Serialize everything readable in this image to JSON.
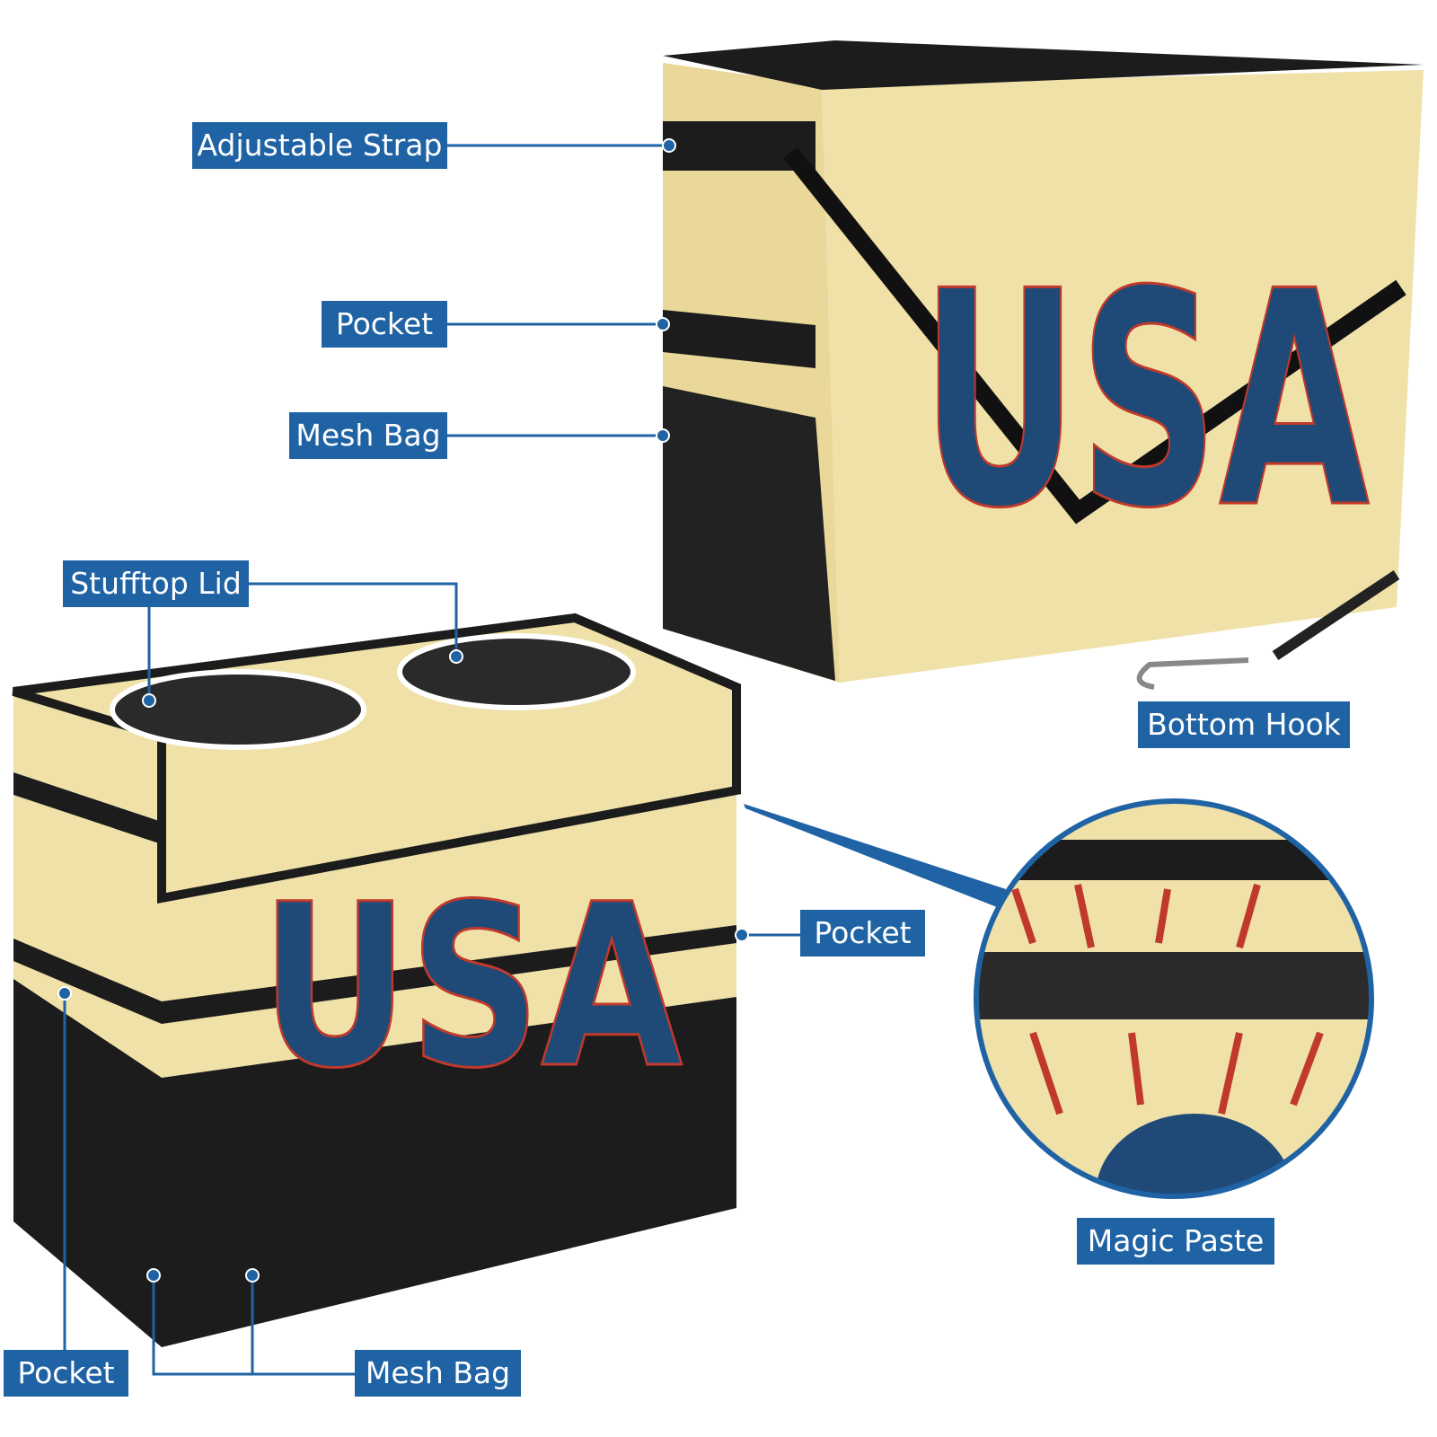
{
  "colors": {
    "label_bg": "#1f63a5",
    "leader_line": "#1f63a5",
    "fabric": "#efe1a8",
    "navy": "#1f4a78",
    "red": "#c0392b",
    "black": "#1c1c1c"
  },
  "product_print": "USA",
  "labels": {
    "adjustable_strap": "Adjustable Strap",
    "pocket_top": "Pocket",
    "mesh_bag_top": "Mesh Bag",
    "stufftop_lid": "Stufftop Lid",
    "bottom_hook": "Bottom Hook",
    "pocket_right": "Pocket",
    "magic_paste": "Magic Paste",
    "pocket_bottom": "Pocket",
    "mesh_bag_bottom": "Mesh Bag"
  }
}
